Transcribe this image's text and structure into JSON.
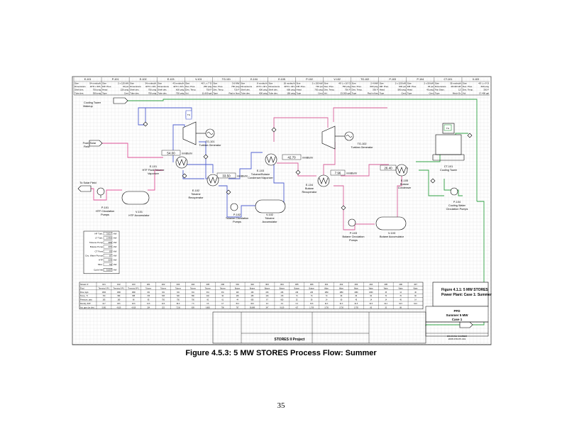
{
  "equipment_list": [
    {
      "tag": "E-101",
      "rows": [
        [
          "Size",
          "54 mmbtu/h"
        ],
        [
          "Dimensions",
          "32\"D x 30'L"
        ],
        [
          "Shell des.",
          "750 psig"
        ],
        [
          "Tube des.",
          "350 psig"
        ]
      ]
    },
    {
      "tag": "P-101",
      "rows": [
        [
          "Size",
          "2 x 125 kW"
        ],
        [
          "Diff. Pres.",
          "90 psi"
        ],
        [
          "Head",
          "220 psig"
        ],
        [
          "Type",
          "Cent"
        ]
      ]
    },
    {
      "tag": "E-102",
      "rows": [
        [
          "Size",
          "34 mmbtu/h"
        ],
        [
          "Dimensions",
          "42\"D x 40'L"
        ],
        [
          "Shell des.",
          "750 psig"
        ],
        [
          "Tube des.",
          "750 psig"
        ]
      ]
    },
    {
      "tag": "E-103",
      "rows": [
        [
          "Size",
          "43 mmbtu/h"
        ],
        [
          "Dimensions",
          "42\"D x 40'L"
        ],
        [
          "Shell des.",
          "600 psig"
        ],
        [
          "Tube des.",
          "750 psig"
        ]
      ]
    },
    {
      "tag": "V-101",
      "rows": [
        [
          "Size",
          "40' L x 7' D"
        ],
        [
          "Des. Pres.",
          "250 psig"
        ],
        [
          "Des. Temp.",
          "750 F"
        ],
        [
          "Vol.",
          "11,600 gal"
        ]
      ]
    },
    {
      "tag": "TG-101",
      "rows": [
        [
          "Size",
          "3.6 MW"
        ],
        [
          "Des. Pres.",
          "750 psig"
        ],
        [
          "Des. Temp.",
          "715 F"
        ],
        [
          "Type",
          "Rad in flow"
        ]
      ]
    },
    {
      "tag": "E-104",
      "rows": [
        [
          "Size",
          "8 mmbtu/h"
        ],
        [
          "Dimensions",
          "21\"D x 40'L"
        ],
        [
          "Shell des.",
          "600 psig"
        ],
        [
          "Tube des.",
          "600 psig"
        ]
      ]
    },
    {
      "tag": "E-105",
      "rows": [
        [
          "Size",
          "26 mmbtu/h"
        ],
        [
          "Dimensions",
          "30\"D x 40'L"
        ],
        [
          "Shell des.",
          "600 psig"
        ],
        [
          "Tube des.",
          "150 psig"
        ]
      ]
    },
    {
      "tag": "P-102",
      "rows": [
        [
          "Size",
          "2 x 150 kW"
        ],
        [
          "Diff. Pres.",
          "730 psi"
        ],
        [
          "Head",
          "730 psig"
        ],
        [
          "Type",
          "Cent"
        ]
      ]
    },
    {
      "tag": "V-102",
      "rows": [
        [
          "Size",
          "40' L x 10' D"
        ],
        [
          "Des. Pres.",
          "750 psig"
        ],
        [
          "Des. Temp.",
          "750 F"
        ],
        [
          "Vol.",
          "23,300 gal"
        ]
      ]
    },
    {
      "tag": "TG-102",
      "rows": [
        [
          "Size",
          "2.4 MW"
        ],
        [
          "Des. Pres.",
          "600 psig"
        ],
        [
          "Des. Temp.",
          "330 F"
        ],
        [
          "Type",
          "Rad in flow"
        ]
      ]
    },
    {
      "tag": "P-103",
      "rows": [
        [
          "Size",
          "2 x 125 kW"
        ],
        [
          "Diff. Pres.",
          "600 psi"
        ],
        [
          "Head",
          "580 psig"
        ],
        [
          "Type",
          "Cent"
        ]
      ]
    },
    {
      "tag": "P-104",
      "rows": [
        [
          "Size",
          "2 x 50 kW"
        ],
        [
          "Diff. Pres.",
          "45 psi"
        ],
        [
          "Head",
          "45 psig"
        ],
        [
          "Type",
          "Cent"
        ]
      ]
    },
    {
      "tag": "CT-101",
      "rows": [
        [
          "Size",
          "35 mmbtu/h"
        ],
        [
          "Dimensions",
          "30'x30'x40'"
        ],
        [
          "Fan Diam.",
          "12'"
        ],
        [
          "Type",
          "Mech Dr."
        ]
      ]
    },
    {
      "tag": "V-103",
      "rows": [
        [
          "Size",
          "40' L x 9' D"
        ],
        [
          "Des. Pres.",
          "600 psig"
        ],
        [
          "Des. Temp.",
          "330 F"
        ],
        [
          "Vol.",
          "17,400 gal"
        ]
      ]
    }
  ],
  "diagram_labels": {
    "cooling_makeup": [
      "Cooling Tower",
      "Makeup"
    ],
    "from_solar": [
      "From Solar",
      "Field"
    ],
    "to_solar": "To Solar Field",
    "e101": [
      "E-101",
      "HTF Fluid/Toluene",
      "Vaporizer"
    ],
    "e102": [
      "E-102",
      "Toluene",
      "Recuperator"
    ],
    "e103": [
      "E-103",
      "Toluene/Butane",
      "Condenser/Vaporizer"
    ],
    "e104": [
      "E-104",
      "Butane",
      "Recuperator"
    ],
    "e105": [
      "E-105",
      "Butane",
      "Condenser"
    ],
    "tg101": [
      "TG-101",
      "Turbine-Generator"
    ],
    "tg102": [
      "TG-102",
      "Turbine-Generator"
    ],
    "p101": [
      "P-101",
      "HTF Circulation",
      "Pumps"
    ],
    "v101": [
      "V-101",
      "HTF Accumulator"
    ],
    "p102": [
      "P-102",
      "Toluene Circulation",
      "Pumps"
    ],
    "v102": [
      "V-102",
      "Toluene",
      "Accumulator"
    ],
    "p103": [
      "P-103",
      "Butane Circulation",
      "Pumps"
    ],
    "v103": [
      "V-103",
      "Butane Accumulator"
    ],
    "ct101": [
      "CT-101",
      "Cooling Tower"
    ],
    "p104": [
      "P-104",
      "Cooling Water",
      "Circulation Pumps"
    ],
    "duty1": "54.00",
    "duty2": "33.50",
    "duty3": "42.70",
    "duty4": "7.96",
    "duty5": "26.40",
    "duty_unit": "mmBtu/hr",
    "tg_label": "TG"
  },
  "power_table": {
    "rows": [
      [
        "HF Turb.",
        "3,617",
        "kW"
      ],
      [
        "LT Turb.",
        "2,466",
        "kW"
      ],
      [
        "Toluene Pump",
        "288",
        "kW"
      ],
      [
        "Butane Pump",
        "206",
        "kW"
      ],
      [
        "CT Fans",
        "80",
        "kW"
      ],
      [
        "Circ. Water Pumps",
        "87",
        "kW"
      ],
      [
        "HTF",
        "226",
        "kW"
      ],
      [
        "Misc.",
        "50",
        "kW"
      ]
    ],
    "cycle_label": "Cycle Net",
    "cycle_value": "5,007",
    "cycle_unit": "kW"
  },
  "stream_table": {
    "headers": [
      "Stream #",
      "101",
      "102",
      "103",
      "201",
      "202",
      "203",
      "204",
      "205",
      "206",
      "301",
      "302",
      "303",
      "304",
      "305",
      "306",
      "401",
      "402",
      "403",
      "404",
      "405",
      "406",
      "407"
    ],
    "rows": [
      [
        "Fluid",
        "Therminol VP-1",
        "Therminol VP-1",
        "Therminol VP-1",
        "Toluene",
        "Toluene",
        "Toluene",
        "Toluene",
        "Toluene",
        "Toluene",
        "Butane",
        "Butane",
        "Butane",
        "Butane",
        "Butane",
        "Butane",
        "Water",
        "Water",
        "Water",
        "Water",
        "Water",
        "Water",
        "Water"
      ],
      [
        "Flow, kg/s",
        "1800",
        "1800",
        "1800",
        "331",
        "331",
        "331",
        "331",
        "331",
        "331",
        "226",
        "226",
        "226",
        "226",
        "226",
        "226",
        "1860",
        "1860",
        "1860",
        "1860",
        "45",
        "14",
        "46"
      ],
      [
        "Temp., °F",
        "730",
        "580",
        "585",
        "725",
        "535",
        "520",
        "580",
        "240",
        "90",
        "235",
        "235",
        "130",
        "179",
        "73",
        "73",
        "70",
        "80",
        "80",
        "60",
        "70",
        "70",
        "60"
      ],
      [
        "Pressure, psia",
        "195",
        "180",
        "ll8",
        "95",
        "750",
        "750",
        "700",
        "60",
        "61",
        "44",
        "605",
        "67",
        "600",
        "52",
        "50",
        "14",
        "60",
        "45",
        "14",
        "14",
        "45",
        "14"
      ],
      [
        "Density, lb/ft³",
        "44.7",
        "48.6",
        "48.6",
        "44.6",
        "40.6",
        "96.9",
        "7.6",
        "0.6",
        "0.7",
        "35.3",
        "36.6",
        "0.6",
        "4.9",
        "0.6",
        "33.6",
        "62.3",
        "62.3",
        "62.5",
        "62.5",
        "62.3",
        "62.5",
        "62.6"
      ],
      [
        "Act. gpm (or cfm)",
        "5,081",
        "4,819",
        "4,819",
        "334",
        "322",
        "7,516",
        "839",
        "6,883",
        "796",
        "767",
        "56,889",
        "347",
        "9,019",
        "417",
        "1,709",
        "3,726",
        "3,726",
        "3,705",
        "85",
        "20",
        "88"
      ]
    ]
  },
  "title_block": {
    "figure": "Figure 4.1.1:  5 MW STORES",
    "plant": "Power Plant: Case 1: Summer",
    "pfd": "PFD",
    "summer": "Summer 5 MW",
    "case": "Case 1",
    "project": "STORES II Project",
    "drawing": "DRAWING NUMBER",
    "drawing_no": "2005-STR-PF-001"
  },
  "caption": "Figure 4.5.3:  5 MW STORES Process Flow:  Summer",
  "page_number": "35",
  "colors": {
    "htf": "#e0559a",
    "toluene": "#4f5fcf",
    "butane": "#d8609a",
    "water": "#2fa043",
    "grid": "#d6d6d6",
    "line": "#000000"
  }
}
